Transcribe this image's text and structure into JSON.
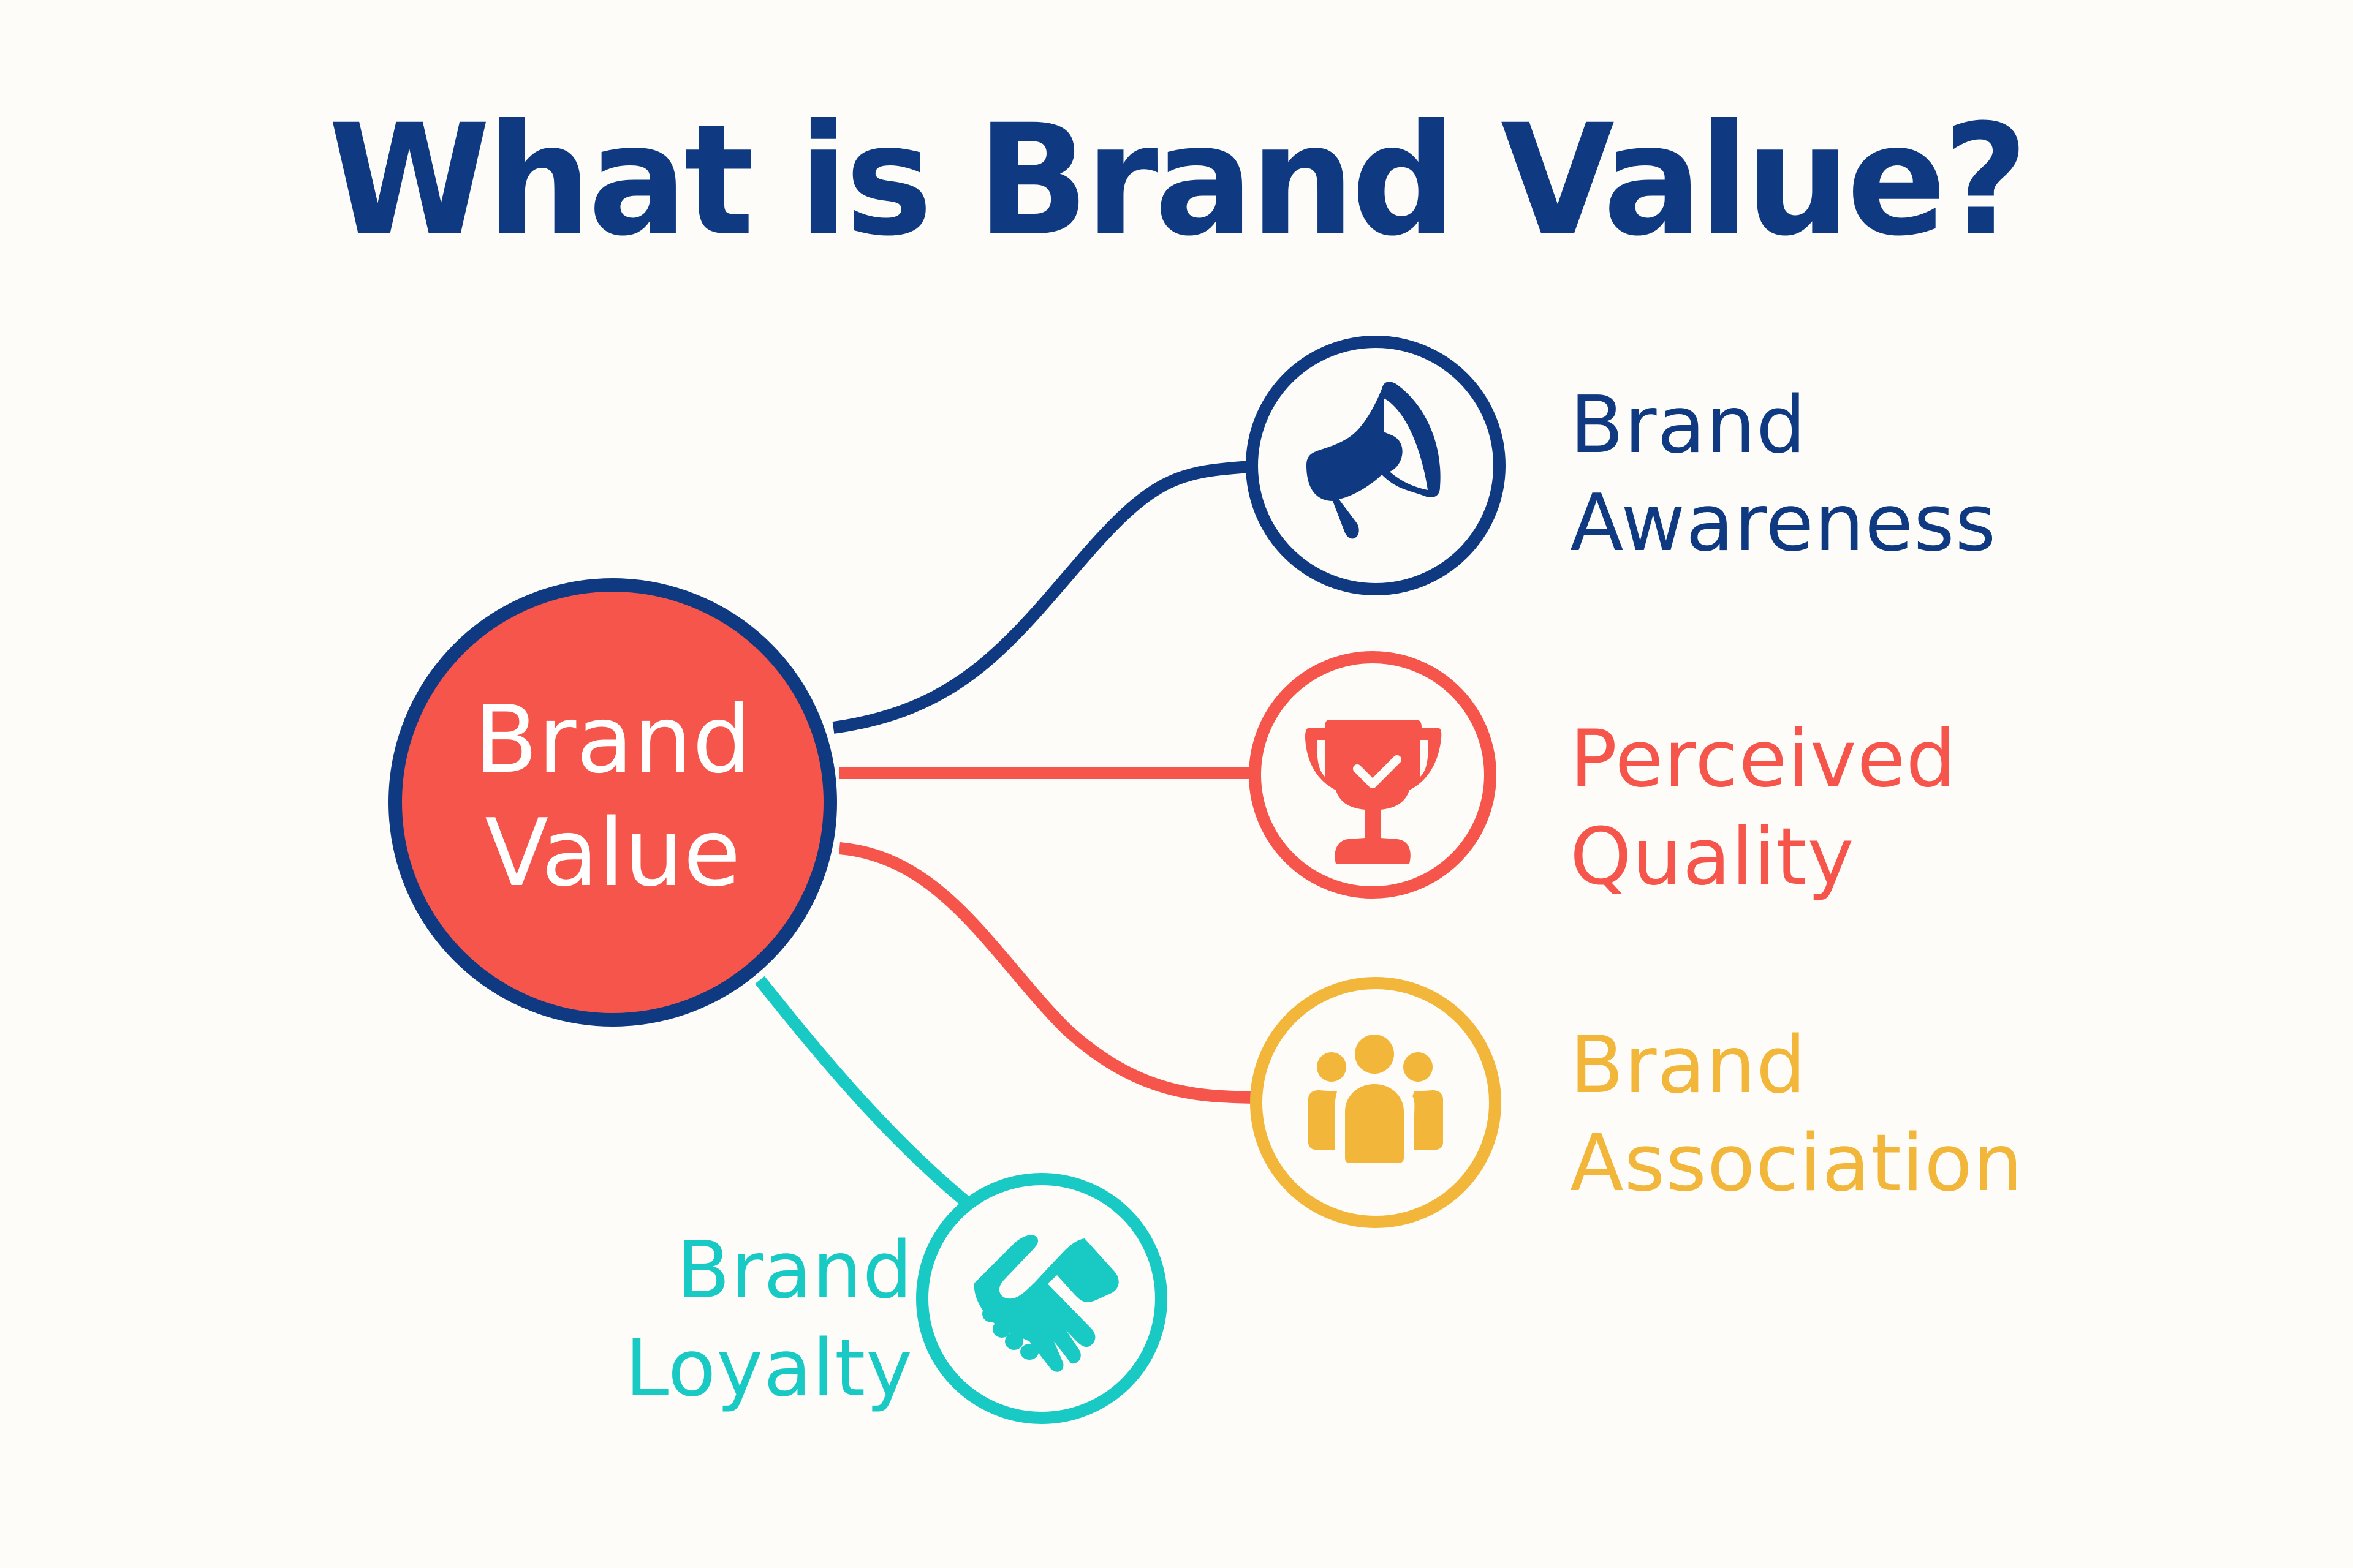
{
  "title": "What is Brand Value?",
  "center": {
    "line1": "Brand",
    "line2": "Value",
    "fill_color": "#f5554a",
    "stroke_color": "#0f3a82"
  },
  "nodes": [
    {
      "id": "awareness",
      "line1": "Brand",
      "line2": "Awareness",
      "icon": "megaphone-icon",
      "color": "#0f3a82"
    },
    {
      "id": "quality",
      "line1": "Perceived",
      "line2": "Quality",
      "icon": "trophy-check-icon",
      "color": "#f5554a"
    },
    {
      "id": "association",
      "line1": "Brand",
      "line2": "Association",
      "icon": "people-group-icon",
      "color": "#f2b63a"
    },
    {
      "id": "loyalty",
      "line1": "Brand",
      "line2": "Loyalty",
      "icon": "handshake-icon",
      "color": "#19c9c4"
    }
  ],
  "colors": {
    "background": "#fdfcf8",
    "title": "#0f3a82",
    "navy": "#0f3a82",
    "coral": "#f5554a",
    "gold": "#f2b63a",
    "teal": "#19c9c4"
  }
}
